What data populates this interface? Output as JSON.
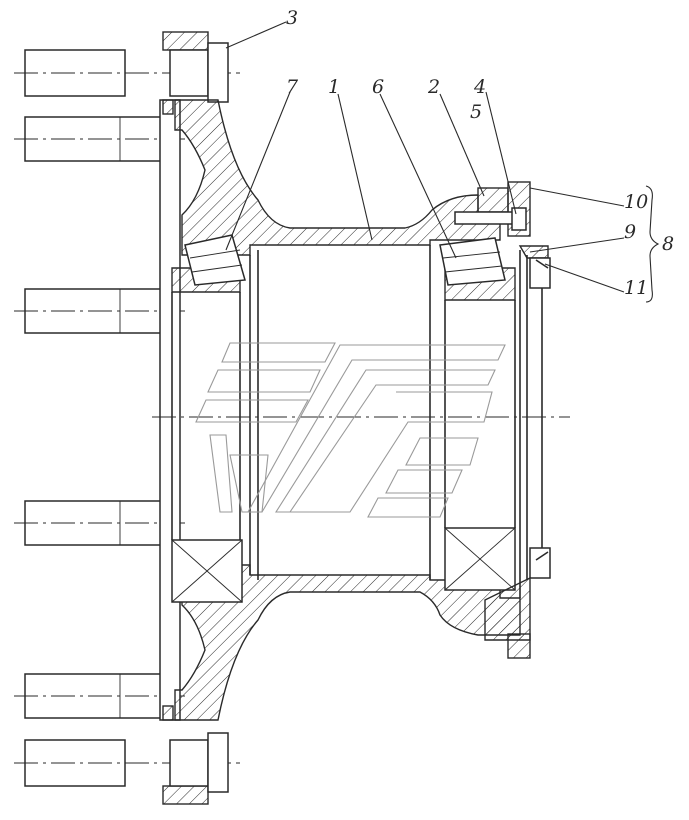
{
  "callouts": [
    {
      "id": "c3",
      "text": "3"
    },
    {
      "id": "c7",
      "text": "7"
    },
    {
      "id": "c1",
      "text": "1"
    },
    {
      "id": "c6",
      "text": "6"
    },
    {
      "id": "c2",
      "text": "2"
    },
    {
      "id": "c4",
      "text": "4"
    },
    {
      "id": "c5",
      "text": "5"
    },
    {
      "id": "c10",
      "text": "10"
    },
    {
      "id": "c9",
      "text": "9"
    },
    {
      "id": "c8",
      "text": "8"
    },
    {
      "id": "c11",
      "text": "11"
    }
  ],
  "icons": {
    "watermark": "stylized-e-logo-icon",
    "brace": "curly-brace-icon"
  }
}
